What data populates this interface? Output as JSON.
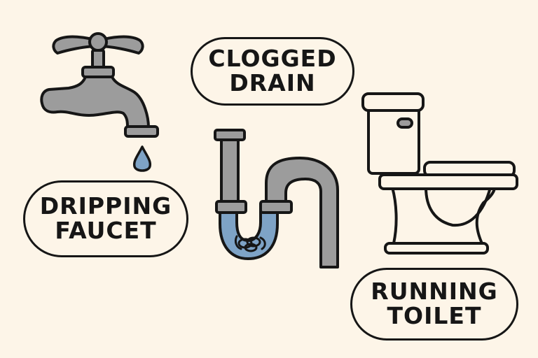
{
  "background_color": "#fdf5e8",
  "colors": {
    "outline": "#161616",
    "metal_gray": "#9c9c9c",
    "water_blue": "#7ea3c6",
    "cream": "#fdf5e8"
  },
  "items": [
    {
      "id": "dripping-faucet",
      "icon": "faucet-icon",
      "label_lines": [
        "DRIPPING",
        "FAUCET"
      ]
    },
    {
      "id": "clogged-drain",
      "icon": "p-trap-drain-icon",
      "label_lines": [
        "CLOGGED",
        "DRAIN"
      ]
    },
    {
      "id": "running-toilet",
      "icon": "toilet-icon",
      "label_lines": [
        "RUNNING",
        "TOILET"
      ]
    }
  ]
}
